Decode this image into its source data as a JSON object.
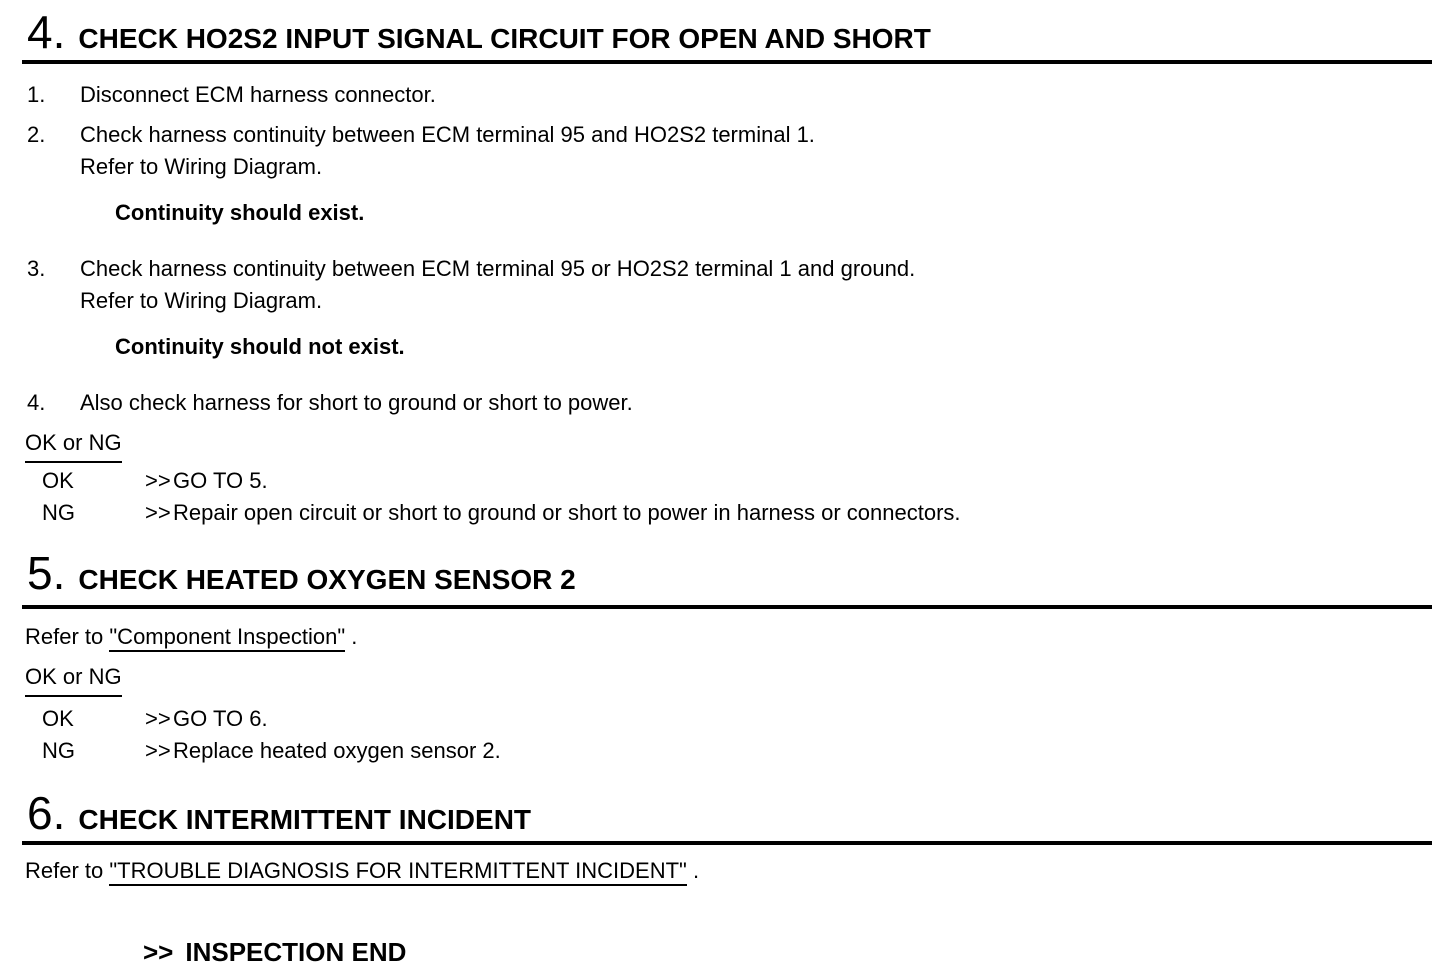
{
  "page": {
    "background": "#ffffff",
    "text_color": "#000000"
  },
  "sections": [
    {
      "number": "4.",
      "title": "CHECK HO2S2 INPUT SIGNAL CIRCUIT FOR OPEN AND SHORT",
      "steps": [
        {
          "num": "1.",
          "lines": [
            "Disconnect ECM harness connector."
          ]
        },
        {
          "num": "2.",
          "lines": [
            "Check harness continuity between ECM terminal 95 and HO2S2 terminal 1.",
            "Refer to Wiring Diagram."
          ],
          "note": "Continuity should exist."
        },
        {
          "num": "3.",
          "lines": [
            "Check harness continuity between ECM terminal 95 or HO2S2 terminal 1 and ground.",
            "Refer to Wiring Diagram."
          ],
          "note": "Continuity should not exist."
        },
        {
          "num": "4.",
          "lines": [
            "Also check harness for short to ground or short to power."
          ]
        }
      ],
      "decision_label": "OK or NG",
      "results": [
        {
          "label": "OK",
          "arrow": ">>",
          "action": "GO TO 5."
        },
        {
          "label": "NG",
          "arrow": ">>",
          "action": "Repair open circuit or short to ground or short to power in harness or connectors."
        }
      ]
    },
    {
      "number": "5.",
      "title": "CHECK HEATED OXYGEN SENSOR 2",
      "refer": {
        "prefix": "Refer to ",
        "link": "\"Component Inspection\"",
        "suffix": " ."
      },
      "decision_label": "OK or NG",
      "results": [
        {
          "label": "OK",
          "arrow": ">>",
          "action": "GO TO 6."
        },
        {
          "label": "NG",
          "arrow": ">>",
          "action": "Replace heated oxygen sensor 2."
        }
      ]
    },
    {
      "number": "6.",
      "title": "CHECK INTERMITTENT INCIDENT",
      "refer": {
        "prefix": "Refer to ",
        "link": "\"TROUBLE DIAGNOSIS FOR INTERMITTENT INCIDENT\"",
        "suffix": " ."
      },
      "final": {
        "arrow": ">>",
        "label": "INSPECTION END"
      }
    }
  ]
}
